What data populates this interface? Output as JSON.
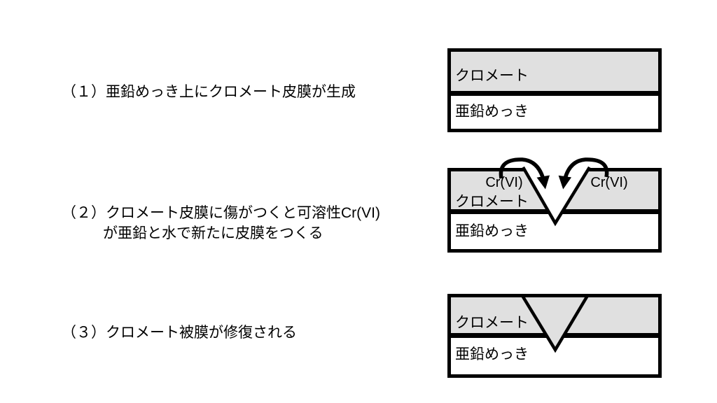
{
  "background": "#ffffff",
  "palette": {
    "chromate_fill": "#e0e0e0",
    "line_color": "#000000",
    "text_color": "#000000"
  },
  "steps": [
    {
      "caption": "（１）亜鉛めっき上にクロメート皮膜が生成",
      "diagram": {
        "chromate_label": "クロメート",
        "zinc_label": "亜鉛めっき"
      }
    },
    {
      "caption_line1": "（２）クロメート皮膜に傷がつくと可溶性Cr(VI)",
      "caption_line2": "が亜鉛と水で新たに皮膜をつくる",
      "diagram": {
        "chromate_label": "クロメート",
        "zinc_label": "亜鉛めっき",
        "cr_left": "Cr(VI)",
        "cr_right": "Cr(VI)"
      }
    },
    {
      "caption": "（３）クロメート被膜が修復される",
      "diagram": {
        "chromate_label": "クロメート",
        "zinc_label": "亜鉛めっき"
      }
    }
  ]
}
